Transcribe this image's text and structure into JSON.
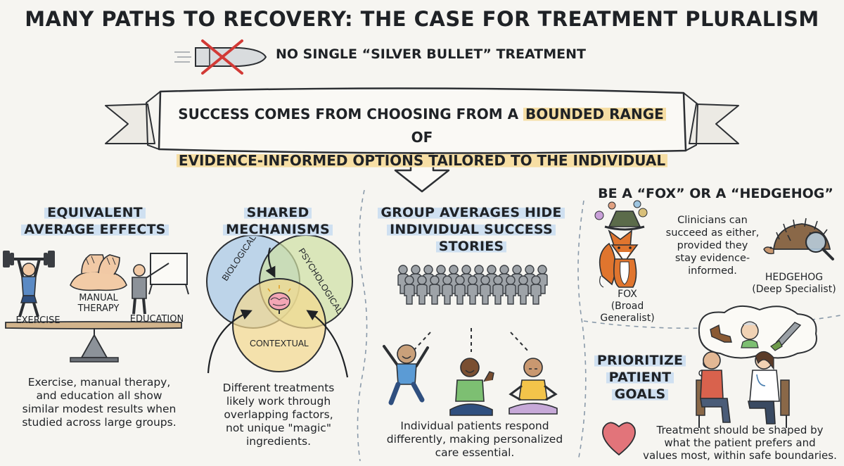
{
  "title": "MANY PATHS TO RECOVERY: THE CASE FOR TREATMENT PLURALISM",
  "subtitle": "NO SINGLE “SILVER BULLET” TREATMENT",
  "banner": {
    "line1_before": "SUCCESS COMES FROM CHOOSING FROM A ",
    "line1_highlight": "BOUNDED RANGE",
    "line1_after": " OF",
    "line2_highlight": "EVIDENCE-INFORMED OPTIONS TAILORED TO THE INDIVIDUAL"
  },
  "equivalent": {
    "heading_line1": "EQUIVALENT",
    "heading_line2": "AVERAGE EFFECTS",
    "label_exercise": "EXERCISE",
    "label_manual_line1": "MANUAL",
    "label_manual_line2": "THERAPY",
    "label_education": "EDUCATION",
    "body_lines": [
      "Exercise, manual therapy,",
      "and education all show",
      "similar modest results when",
      "studied across large groups."
    ]
  },
  "shared": {
    "heading_line1": "SHARED",
    "heading_line2": "MECHANISMS",
    "venn_biological": "BIOLOGICAL",
    "venn_psychological": "PSYCHOLOGICAL",
    "venn_contextual": "CONTEXTUAL",
    "body_lines": [
      "Different treatments",
      "likely work through",
      "overlapping factors,",
      "not unique \"magic\"",
      "ingredients."
    ]
  },
  "group": {
    "heading_lines": [
      "GROUP AVERAGES HIDE",
      "INDIVIDUAL SUCCESS",
      "STORIES"
    ],
    "body_lines": [
      "Individual patients respond",
      "differently, making personalized",
      "care essential."
    ]
  },
  "fox_hedgehog": {
    "heading": "BE A “FOX” OR A “HEDGEHOG”",
    "center_lines": [
      "Clinicians can",
      "succeed as either,",
      "provided they",
      "stay evidence-",
      "informed."
    ],
    "fox_label": "FOX",
    "fox_sub": "(Broad Generalist)",
    "hedgehog_label": "HEDGEHOG",
    "hedgehog_sub": "(Deep Specialist)"
  },
  "prioritize": {
    "heading_lines": [
      "PRIORITIZE",
      "PATIENT",
      "GOALS"
    ],
    "body_lines": [
      "Treatment should be shaped by",
      "what the patient prefers and",
      "values most, within safe boundaries."
    ]
  },
  "colors": {
    "ink": "#1f2226",
    "heading_highlight": "#cfe0f1",
    "banner_highlight": "#f6dea4",
    "venn_biological": "#a9c8e6",
    "venn_psychological": "#cfe0a3",
    "venn_contextual": "#f3d98f",
    "heart": "#e2747a",
    "fox": "#e0752e"
  }
}
